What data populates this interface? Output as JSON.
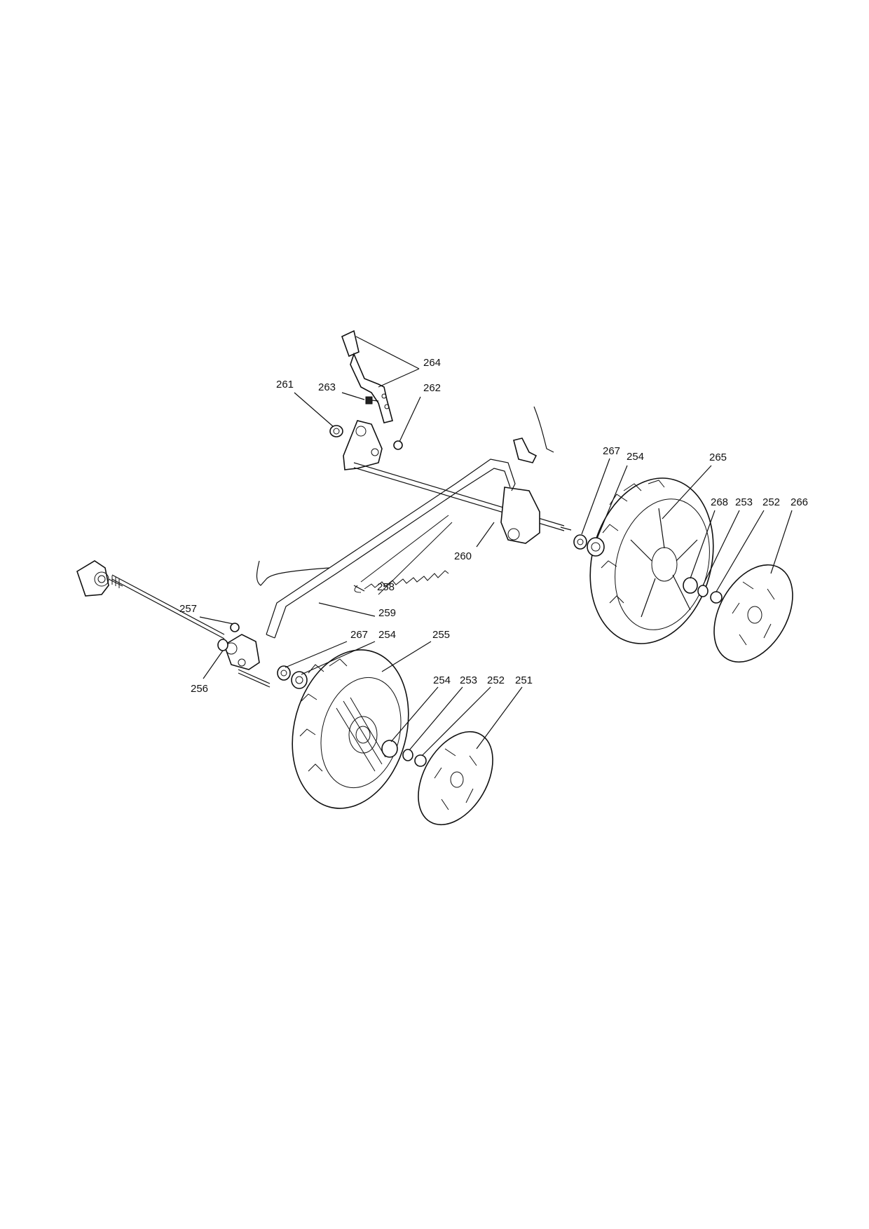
{
  "parts": [
    {
      "id": "p264",
      "number": "264"
    },
    {
      "id": "p261",
      "number": "261"
    },
    {
      "id": "p263",
      "number": "263"
    },
    {
      "id": "p262",
      "number": "262"
    },
    {
      "id": "p267a",
      "number": "267"
    },
    {
      "id": "p254a",
      "number": "254"
    },
    {
      "id": "p265",
      "number": "265"
    },
    {
      "id": "p268",
      "number": "268"
    },
    {
      "id": "p253a",
      "number": "253"
    },
    {
      "id": "p252a",
      "number": "252"
    },
    {
      "id": "p266",
      "number": "266"
    },
    {
      "id": "p260",
      "number": "260"
    },
    {
      "id": "p257",
      "number": "257"
    },
    {
      "id": "p258",
      "number": "258"
    },
    {
      "id": "p259",
      "number": "259"
    },
    {
      "id": "p267b",
      "number": "267"
    },
    {
      "id": "p254b",
      "number": "254"
    },
    {
      "id": "p255",
      "number": "255"
    },
    {
      "id": "p256",
      "number": "256"
    },
    {
      "id": "p254c",
      "number": "254"
    },
    {
      "id": "p253b",
      "number": "253"
    },
    {
      "id": "p252b",
      "number": "252"
    },
    {
      "id": "p251",
      "number": "251"
    }
  ]
}
